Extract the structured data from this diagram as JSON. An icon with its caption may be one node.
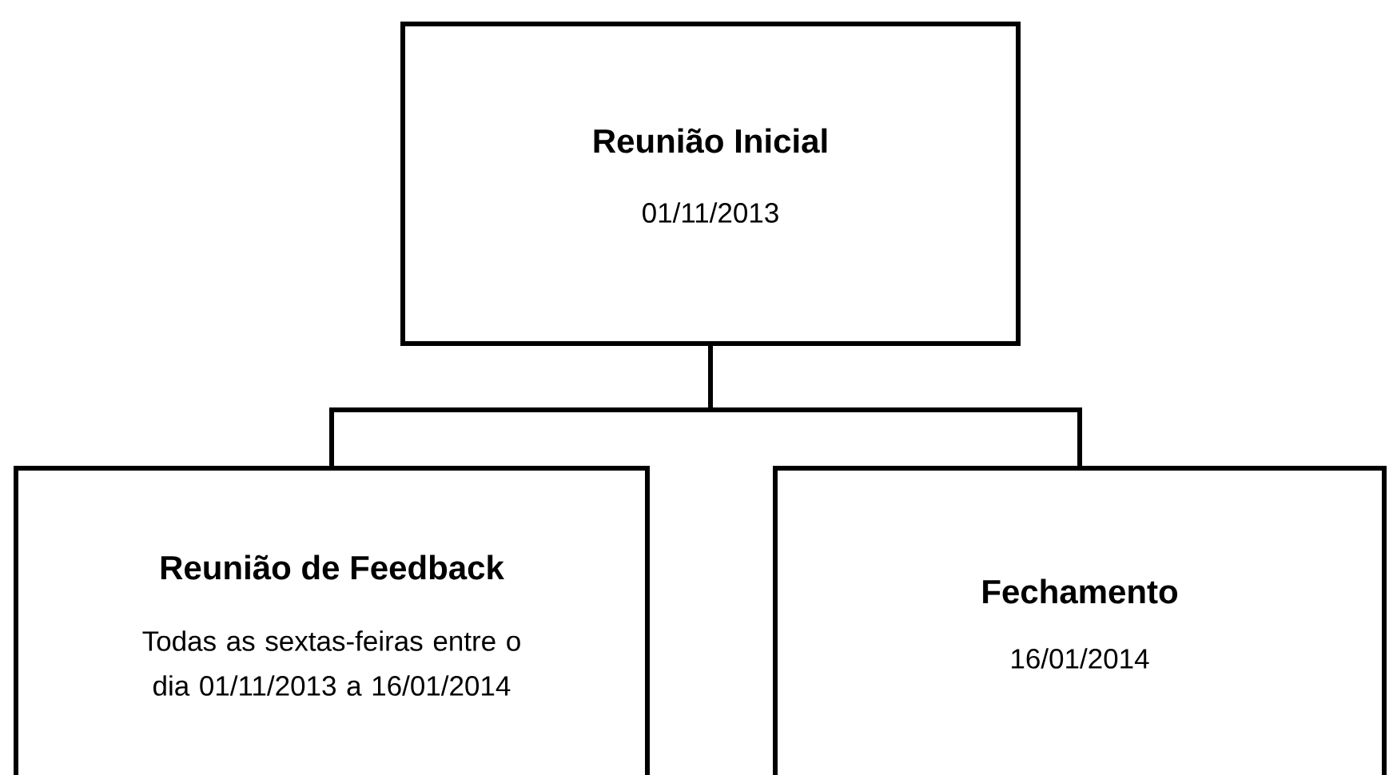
{
  "diagram": {
    "nodes": [
      {
        "text": [
          "Reunião Inicial",
          "01/11/2013"
        ]
      },
      {
        "text": [
          "Reunião de Feedback",
          "Todas as sextas-feiras entre o dia 01/11/2013 a 16/01/2014"
        ]
      },
      {
        "text": [
          "Fechamento",
          "16/01/2014"
        ]
      }
    ],
    "edges": [
      {
        "from": 0,
        "to": 1,
        "arrow": "none"
      },
      {
        "from": 0,
        "to": 2,
        "arrow": "none"
      }
    ]
  }
}
